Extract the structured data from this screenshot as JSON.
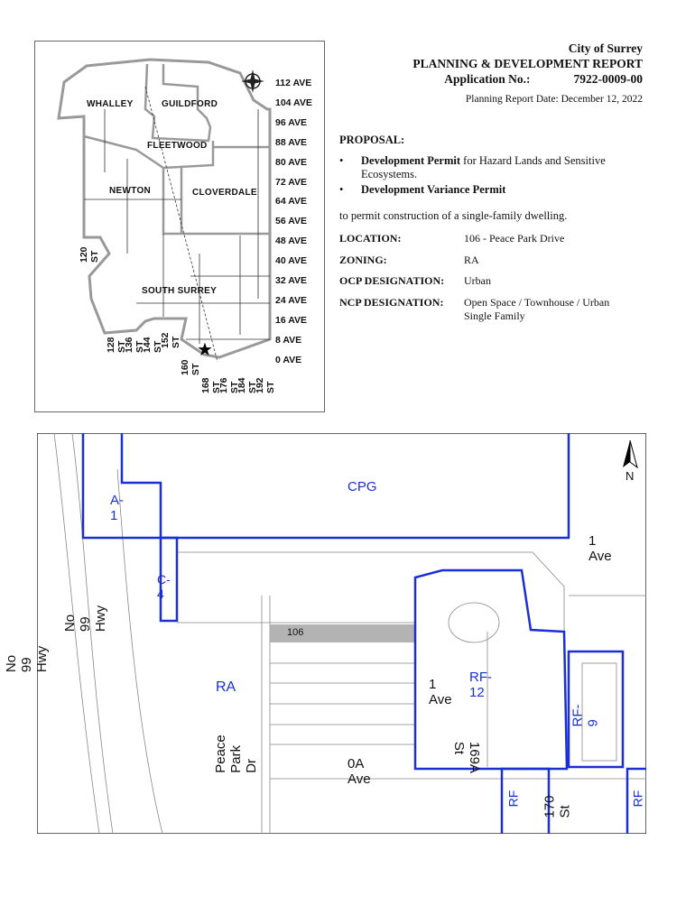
{
  "header": {
    "city": "City of Surrey",
    "report_title": "PLANNING & DEVELOPMENT REPORT",
    "application_label": "Application No.:",
    "application_number": "7922-0009-00",
    "report_date": "Planning Report Date: December 12, 2022"
  },
  "proposal": {
    "heading": "PROPOSAL:",
    "bullets": [
      {
        "bold": "Development Permit",
        "rest": " for Hazard Lands and Sensitive Ecosystems."
      },
      {
        "bold": "Development Variance Permit",
        "rest": ""
      }
    ],
    "purpose": "to permit construction of a single-family dwelling."
  },
  "details": [
    {
      "label": "LOCATION:",
      "value": "106 - Peace Park Drive"
    },
    {
      "label": "ZONING:",
      "value": "RA"
    },
    {
      "label": "OCP DESIGNATION:",
      "value": "Urban"
    },
    {
      "label": "NCP DESIGNATION:",
      "value": "Open Space / Townhouse / Urban Single Family"
    }
  ],
  "key_map": {
    "districts": [
      "WHALLEY",
      "GUILDFORD",
      "FLEETWOOD",
      "NEWTON",
      "CLOVERDALE",
      "SOUTH SURREY"
    ],
    "avenues": [
      "112 AVE",
      "104 AVE",
      "96 AVE",
      "88 AVE",
      "80 AVE",
      "72 AVE",
      "64 AVE",
      "56 AVE",
      "48 AVE",
      "40 AVE",
      "32 AVE",
      "24 AVE",
      "16 AVE",
      "8 AVE",
      "0 AVE"
    ],
    "streets": [
      "120 ST",
      "128 ST",
      "136 ST",
      "144 ST",
      "152 ST",
      "160 ST",
      "168 ST",
      "176 ST",
      "184 ST",
      "192 ST"
    ]
  },
  "site_map": {
    "zones": [
      "CPG",
      "A-1",
      "C-4",
      "RA",
      "RF-12",
      "RF-9",
      "RF",
      "RF"
    ],
    "roads": [
      "1 Ave",
      "No 99 Hwy",
      "No 99 Hwy",
      "Peace Park Dr",
      "1 Ave",
      "169A St",
      "0A Ave",
      "170 St"
    ],
    "parcel": "106",
    "north": "N"
  },
  "colors": {
    "zone_line": "#1a2fd6",
    "parcel": "#b3b3b3"
  }
}
